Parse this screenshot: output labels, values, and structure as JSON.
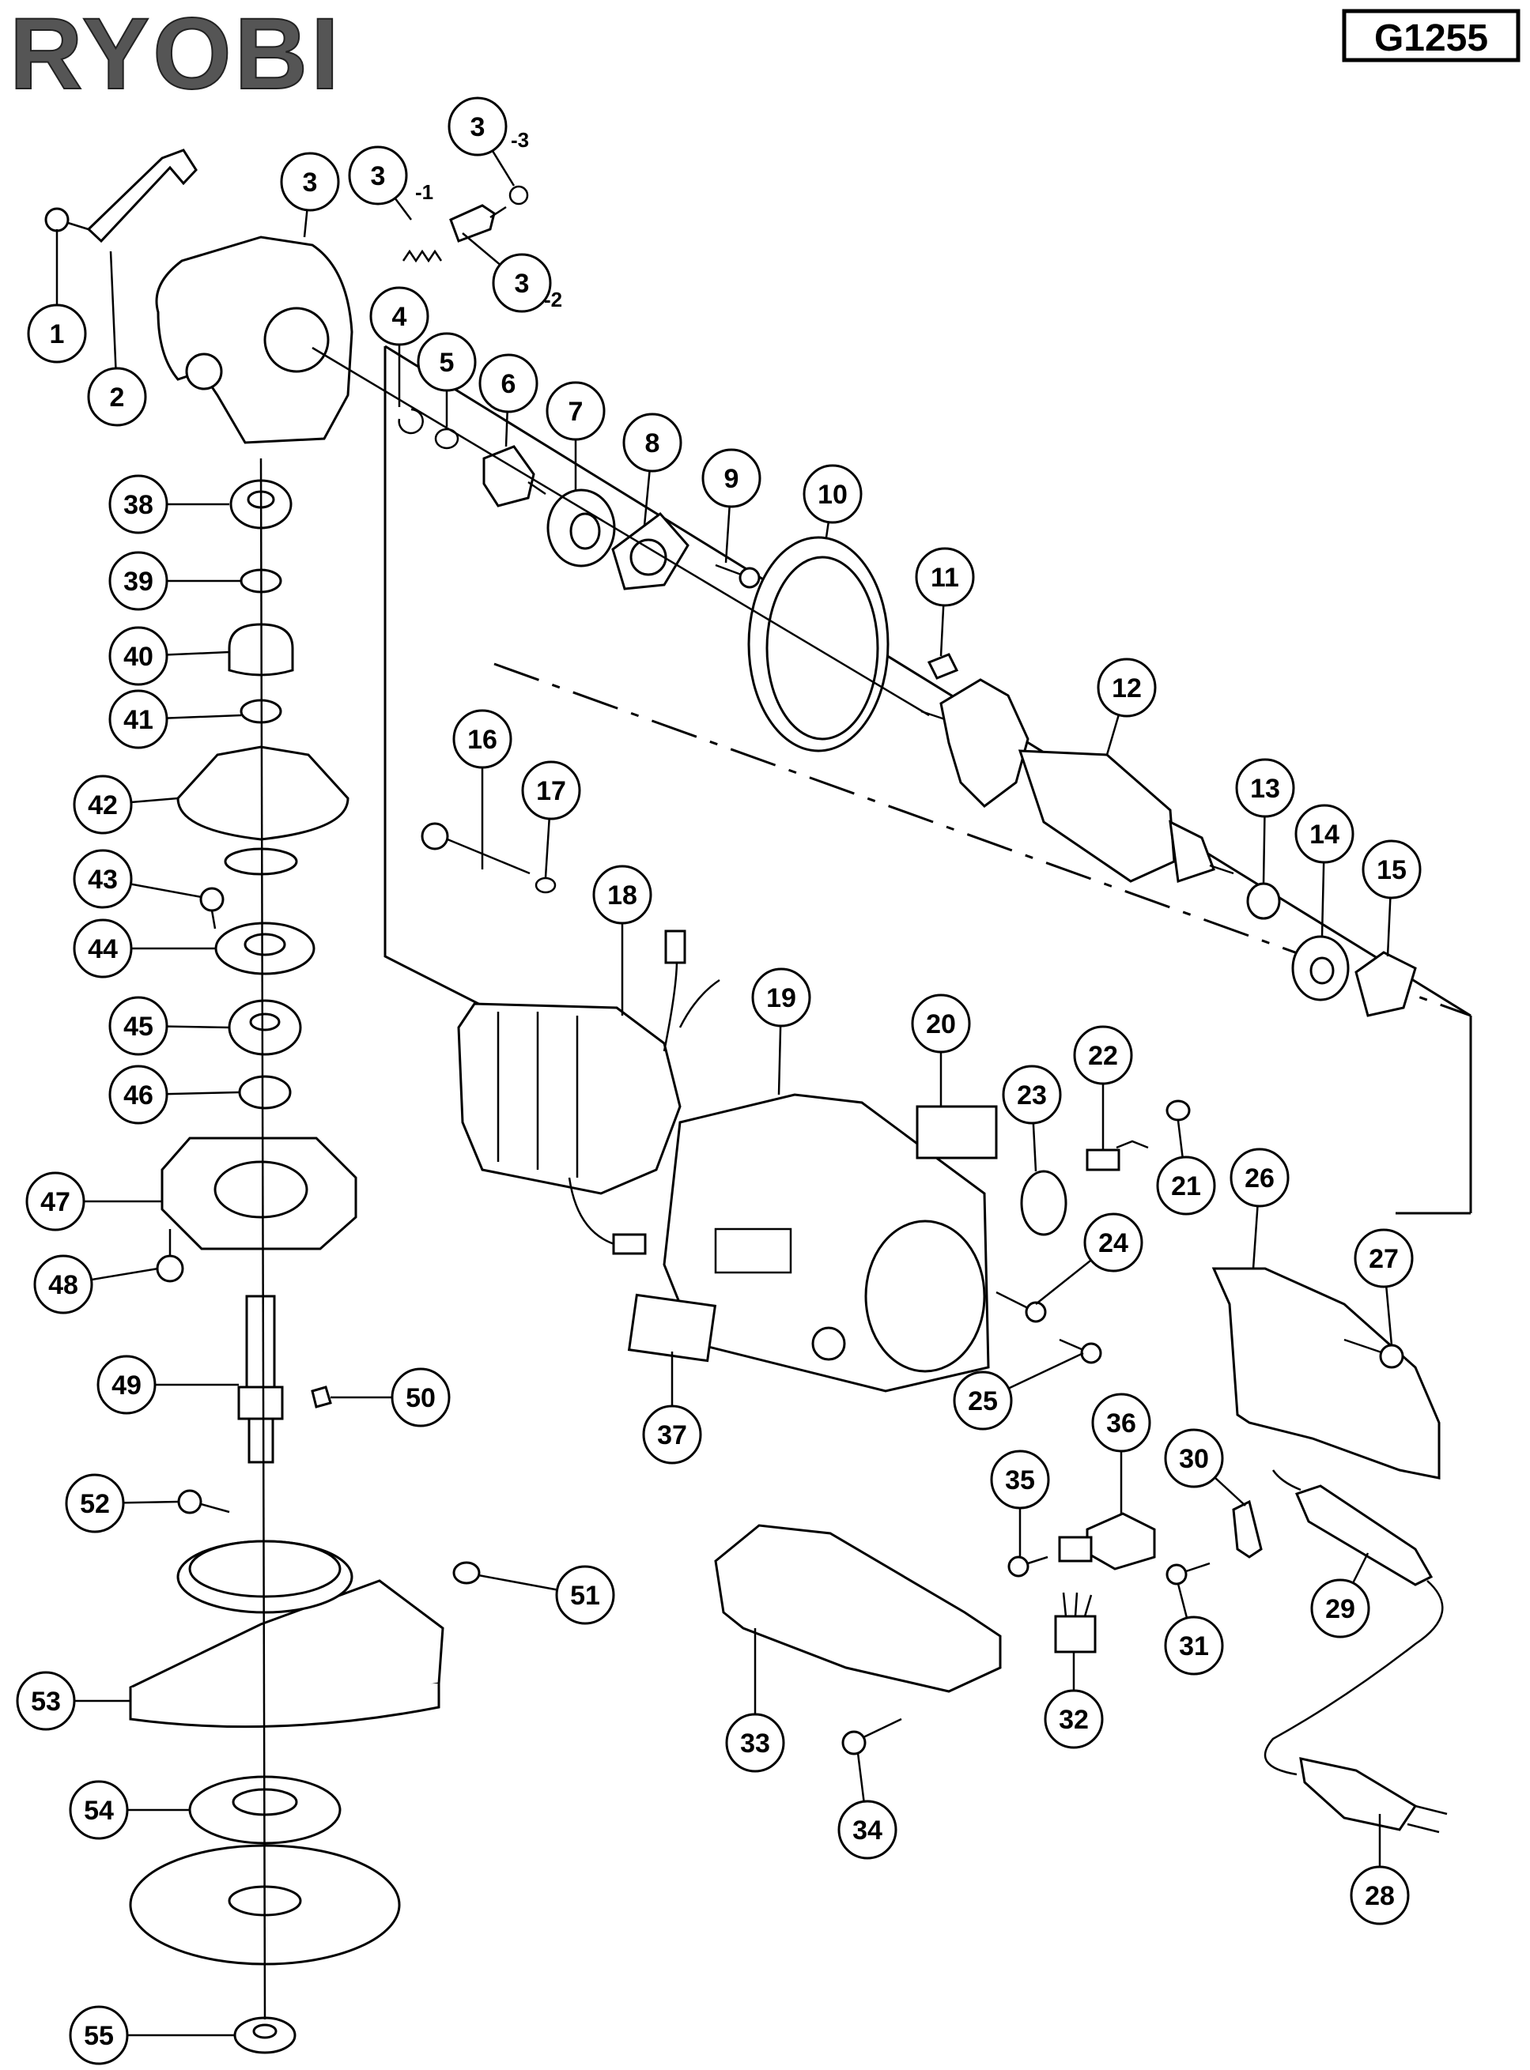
{
  "header": {
    "brand": "RYOBI",
    "model": "G1255"
  },
  "callouts": [
    {
      "id": "c1",
      "label": "1"
    },
    {
      "id": "c2",
      "label": "2"
    },
    {
      "id": "c3",
      "label": "3"
    },
    {
      "id": "c3a",
      "label": "3"
    },
    {
      "id": "c3a_sub",
      "label": "-1"
    },
    {
      "id": "c3b",
      "label": "3"
    },
    {
      "id": "c3b_sub",
      "label": "-2"
    },
    {
      "id": "c3c",
      "label": "3"
    },
    {
      "id": "c3c_sub",
      "label": "-3"
    },
    {
      "id": "c4",
      "label": "4"
    },
    {
      "id": "c5",
      "label": "5"
    },
    {
      "id": "c6",
      "label": "6"
    },
    {
      "id": "c7",
      "label": "7"
    },
    {
      "id": "c8",
      "label": "8"
    },
    {
      "id": "c9",
      "label": "9"
    },
    {
      "id": "c10",
      "label": "10"
    },
    {
      "id": "c11",
      "label": "11"
    },
    {
      "id": "c12",
      "label": "12"
    },
    {
      "id": "c13",
      "label": "13"
    },
    {
      "id": "c14",
      "label": "14"
    },
    {
      "id": "c15",
      "label": "15"
    },
    {
      "id": "c16",
      "label": "16"
    },
    {
      "id": "c17",
      "label": "17"
    },
    {
      "id": "c18",
      "label": "18"
    },
    {
      "id": "c19",
      "label": "19"
    },
    {
      "id": "c20",
      "label": "20"
    },
    {
      "id": "c21",
      "label": "21"
    },
    {
      "id": "c22",
      "label": "22"
    },
    {
      "id": "c23",
      "label": "23"
    },
    {
      "id": "c24",
      "label": "24"
    },
    {
      "id": "c25",
      "label": "25"
    },
    {
      "id": "c26",
      "label": "26"
    },
    {
      "id": "c27",
      "label": "27"
    },
    {
      "id": "c28",
      "label": "28"
    },
    {
      "id": "c29",
      "label": "29"
    },
    {
      "id": "c30",
      "label": "30"
    },
    {
      "id": "c31",
      "label": "31"
    },
    {
      "id": "c32",
      "label": "32"
    },
    {
      "id": "c33",
      "label": "33"
    },
    {
      "id": "c34",
      "label": "34"
    },
    {
      "id": "c35",
      "label": "35"
    },
    {
      "id": "c36",
      "label": "36"
    },
    {
      "id": "c37",
      "label": "37"
    },
    {
      "id": "c38",
      "label": "38"
    },
    {
      "id": "c39",
      "label": "39"
    },
    {
      "id": "c40",
      "label": "40"
    },
    {
      "id": "c41",
      "label": "41"
    },
    {
      "id": "c42",
      "label": "42"
    },
    {
      "id": "c43",
      "label": "43"
    },
    {
      "id": "c44",
      "label": "44"
    },
    {
      "id": "c45",
      "label": "45"
    },
    {
      "id": "c46",
      "label": "46"
    },
    {
      "id": "c47",
      "label": "47"
    },
    {
      "id": "c48",
      "label": "48"
    },
    {
      "id": "c49",
      "label": "49"
    },
    {
      "id": "c50",
      "label": "50"
    },
    {
      "id": "c51",
      "label": "51"
    },
    {
      "id": "c52",
      "label": "52"
    },
    {
      "id": "c53",
      "label": "53"
    },
    {
      "id": "c54",
      "label": "54"
    },
    {
      "id": "c55",
      "label": "55"
    }
  ]
}
